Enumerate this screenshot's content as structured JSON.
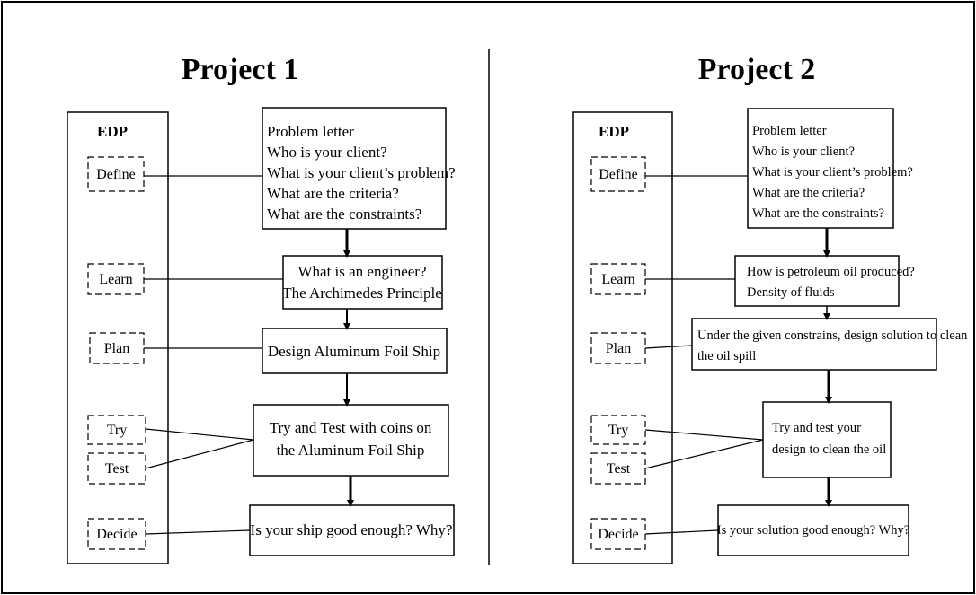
{
  "projects": [
    {
      "title": "Project 1",
      "edp_label": "EDP",
      "steps": [
        "Define",
        "Learn",
        "Plan",
        "Try",
        "Test",
        "Decide"
      ],
      "boxes": {
        "define": [
          "Problem letter",
          "Who is your client?",
          "What is your client’s problem?",
          "What are the criteria?",
          "What are the constraints?"
        ],
        "learn": [
          "What is an engineer?",
          "The Archimedes Principle"
        ],
        "plan": [
          "Design Aluminum Foil Ship"
        ],
        "try_test": [
          "Try and Test with coins on",
          "the Aluminum Foil Ship"
        ],
        "decide": [
          "Is your ship good enough? Why?"
        ]
      }
    },
    {
      "title": "Project 2",
      "edp_label": "EDP",
      "steps": [
        "Define",
        "Learn",
        "Plan",
        "Try",
        "Test",
        "Decide"
      ],
      "boxes": {
        "define": [
          "Problem letter",
          "Who is your client?",
          "What is your client’s problem?",
          "What are the criteria?",
          "What are the constraints?"
        ],
        "learn": [
          "How is petroleum oil produced?",
          "Density of fluids"
        ],
        "plan": [
          "Under the given constrains, design solution to clean",
          "the oil spill"
        ],
        "try_test": [
          "Try and test your",
          "design to clean the oil"
        ],
        "decide": [
          "Is your solution good enough? Why?"
        ]
      }
    }
  ]
}
